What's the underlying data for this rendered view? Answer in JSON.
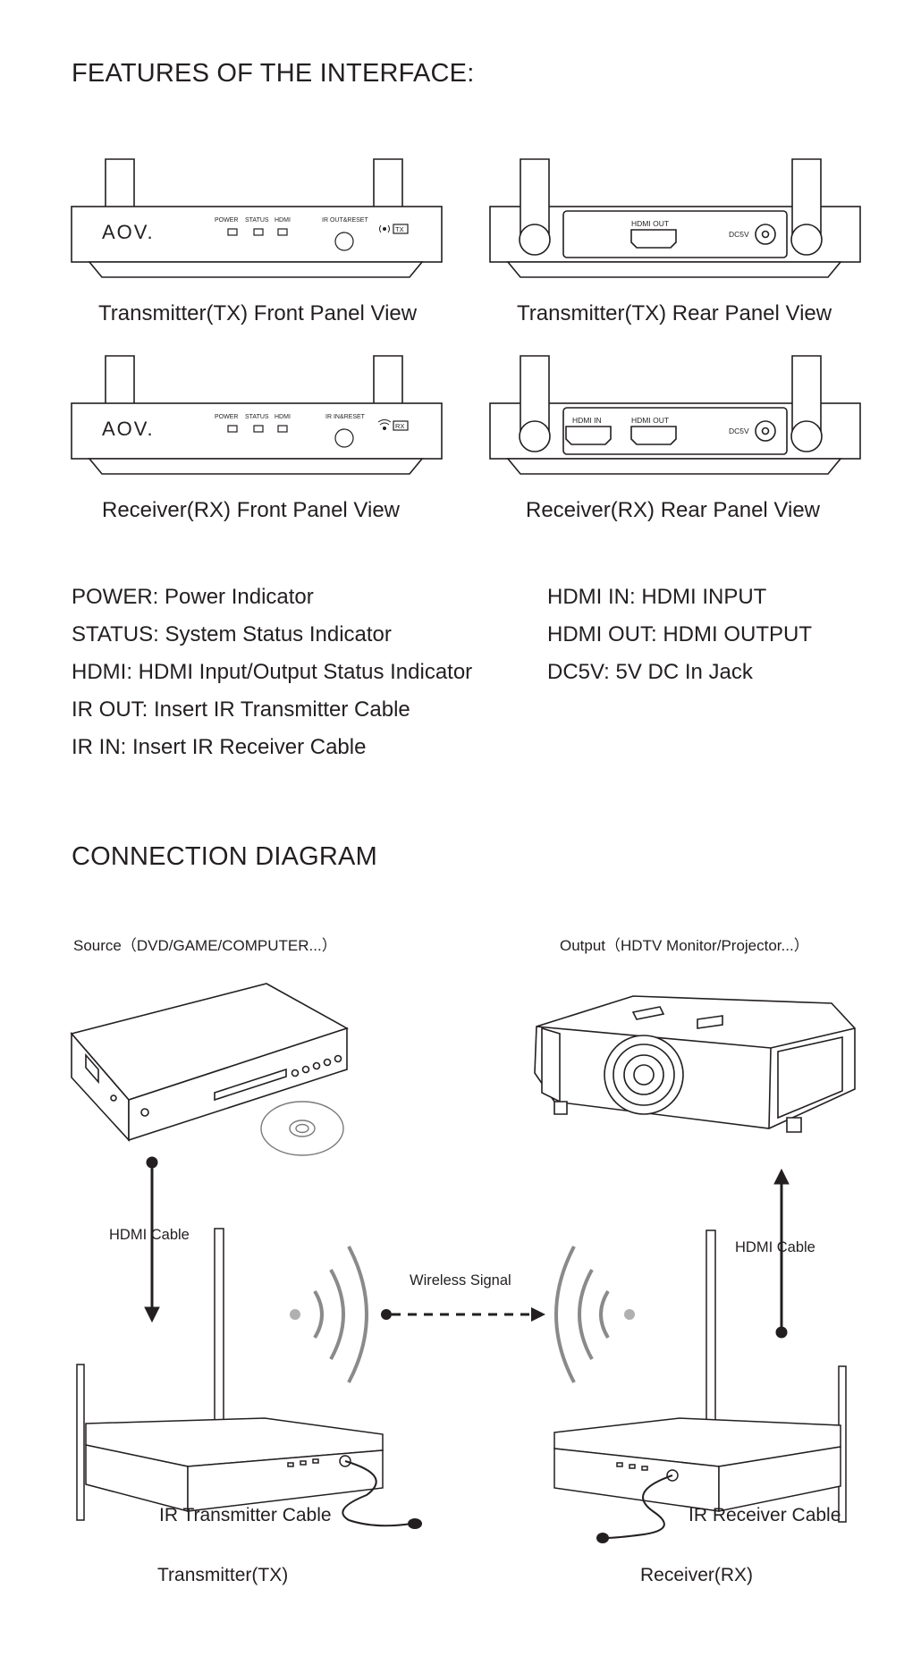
{
  "features": {
    "heading": "FEATURES OF THE INTERFACE:",
    "panels": {
      "tx_front": {
        "caption": "Transmitter(TX) Front Panel View",
        "logo": "AOV.",
        "leds": [
          "POWER",
          "STATUS",
          "HDMI"
        ],
        "port_label": "IR OUT&RESET",
        "badge": "TX",
        "icon": "wireless-broadcast-icon"
      },
      "tx_rear": {
        "caption": "Transmitter(TX) Rear Panel View",
        "ports": [
          "HDMI OUT"
        ],
        "power_label": "DC5V"
      },
      "rx_front": {
        "caption": "Receiver(RX) Front Panel View",
        "logo": "AOV.",
        "leds": [
          "POWER",
          "STATUS",
          "HDMI"
        ],
        "port_label": "IR IN&RESET",
        "badge": "RX",
        "icon": "wifi-icon"
      },
      "rx_rear": {
        "caption": "Receiver(RX) Rear Panel View",
        "ports": [
          "HDMI IN",
          "HDMI OUT"
        ],
        "power_label": "DC5V"
      }
    },
    "legend_left": [
      "POWER: Power Indicator",
      "STATUS: System Status Indicator",
      "HDMI: HDMI Input/Output Status Indicator",
      "IR OUT: Insert IR Transmitter Cable",
      "IR IN: Insert IR Receiver Cable"
    ],
    "legend_right": [
      "HDMI IN: HDMI INPUT",
      "HDMI OUT: HDMI OUTPUT",
      "DC5V: 5V DC In Jack"
    ]
  },
  "connection": {
    "heading": "CONNECTION DIAGRAM",
    "source_label": "Source（DVD/GAME/COMPUTER...）",
    "output_label": "Output（HDTV Monitor/Projector...）",
    "hdmi_cable_left": "HDMI Cable",
    "hdmi_cable_right": "HDMI Cable",
    "wireless_signal": "Wireless Signal",
    "ir_tx_cable": "IR Transmitter Cable",
    "ir_rx_cable": "IR Receiver Cable",
    "tx_label": "Transmitter(TX)",
    "rx_label": "Receiver(RX)",
    "colors": {
      "line": "#231f20",
      "wave": "#8a8a8a",
      "dot": "#b0b0b0"
    }
  }
}
